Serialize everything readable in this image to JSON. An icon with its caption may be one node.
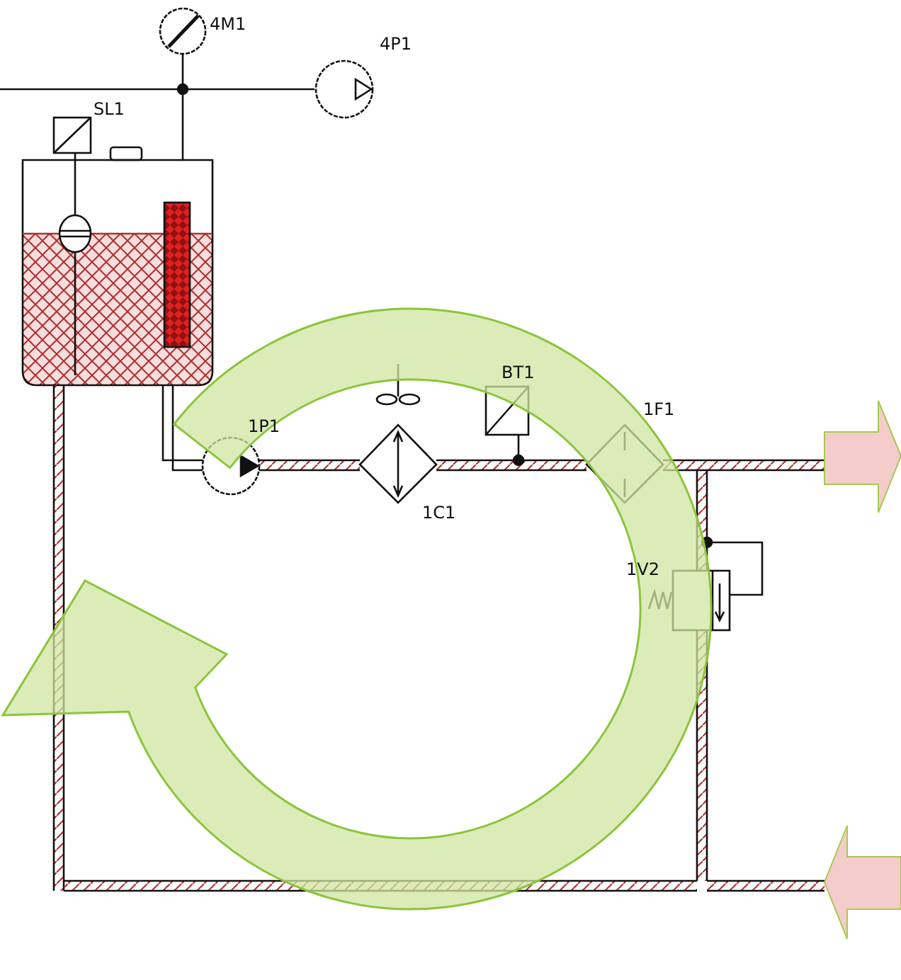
{
  "diagram": {
    "labels": [
      "4M1",
      "4P1",
      "SL1",
      "1P1",
      "BT1",
      "1F1",
      "1C1",
      "1V2"
    ]
  }
}
